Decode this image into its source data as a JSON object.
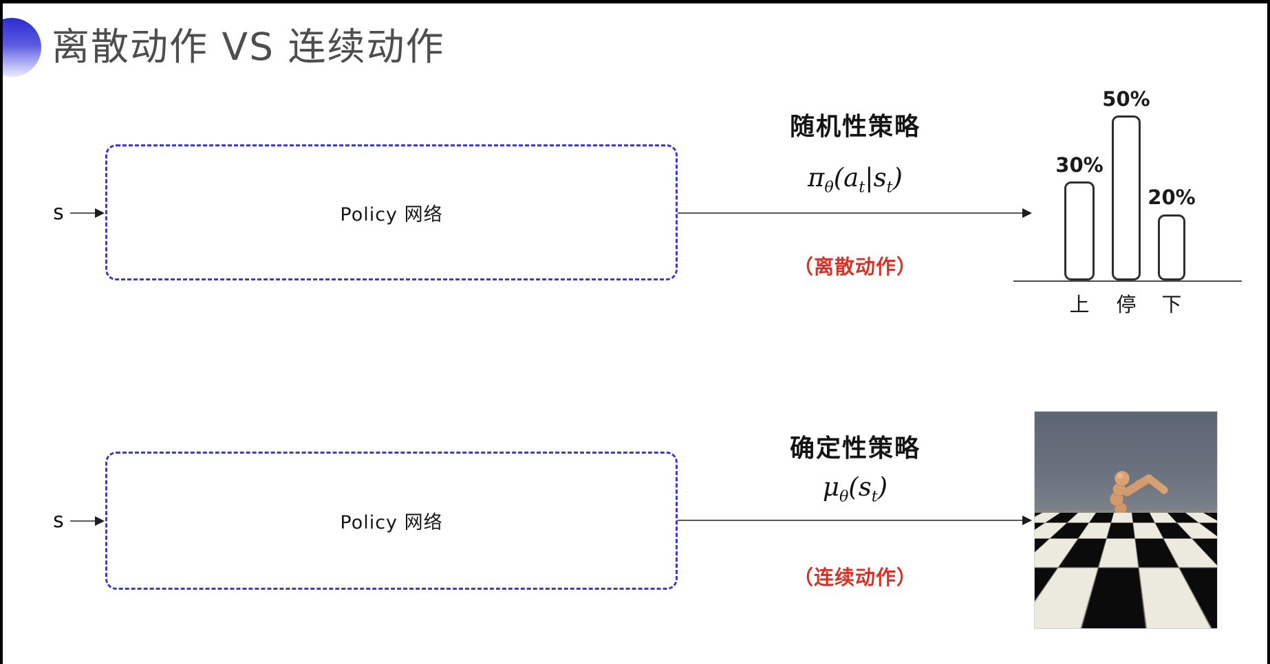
{
  "slide": {
    "title": "离散动作 VS 连续动作"
  },
  "stochastic_flow": {
    "input_label": "s",
    "box_label": "Policy 网络",
    "policy_type": "随机性策略",
    "formula_parts": [
      "π",
      "θ",
      "(a",
      "t",
      "|s",
      "t",
      ")"
    ],
    "action_note": "（离散动作）"
  },
  "deterministic_flow": {
    "input_label": "s",
    "box_label": "Policy 网络",
    "policy_type": "确定性策略",
    "formula_parts": [
      "μ",
      "θ",
      "(s",
      "t",
      ")"
    ],
    "action_note": "（连续动作）",
    "sim_image_description": "mujoco-humanoid-running-on-checkerboard"
  },
  "chart_data": {
    "type": "bar",
    "categories": [
      "上",
      "停",
      "下"
    ],
    "values": [
      30,
      50,
      20
    ],
    "value_labels": [
      "30%",
      "50%",
      "20%"
    ],
    "title": "",
    "xlabel": "",
    "ylabel": "",
    "ylim": [
      0,
      60
    ],
    "style": "outlined rounded bars, no fill, baseline axis only"
  },
  "colors": {
    "dashed_box_border": "#3a3ac9",
    "accent_red": "#d53327",
    "title_gray": "#4e4e4e",
    "deco_blue": "#2c2cd0"
  }
}
